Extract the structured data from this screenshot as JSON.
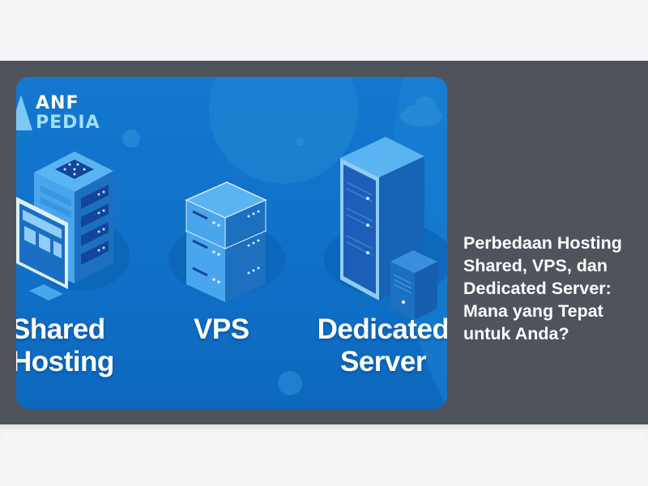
{
  "hero": {
    "image": {
      "alt": "Shared Hosting, VPS, Dedicated Server illustration",
      "logo": {
        "line1": "ANF",
        "line2": "PEDIA"
      },
      "captions": {
        "shared_line1": "Shared",
        "shared_line2": "Hosting",
        "vps": "VPS",
        "dedicated_line1": "Dedicated",
        "dedicated_line2": "Server"
      },
      "icons": [
        "shared-hosting-server-icon",
        "monitor-icon",
        "vps-server-stack-icon",
        "dedicated-server-tower-icon",
        "cloud-icon"
      ]
    },
    "title": "Perbedaan Hosting Shared, VPS, dan Dedicated Server: Mana yang Tepat untuk Anda?"
  },
  "colors": {
    "page_background": "#f5f5f7",
    "hero_background": "#4f545c",
    "image_blue": "#1478cf",
    "title_text": "#ffffff"
  }
}
